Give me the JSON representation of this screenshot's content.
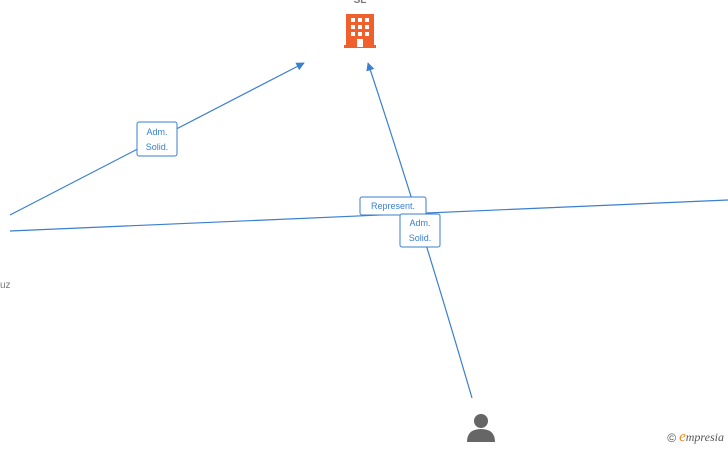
{
  "nodes": {
    "company": {
      "label": "SL",
      "icon": "building-icon",
      "color": "#f0602c"
    },
    "left_person": {
      "label": "uz"
    },
    "bottom_person": {
      "label": "",
      "icon": "person-icon",
      "color": "#666666"
    }
  },
  "edges": [
    {
      "id": "left-to-company",
      "label_lines": [
        "Adm.",
        "Solid."
      ]
    },
    {
      "id": "horizontal-link",
      "label_lines": [
        "Represent."
      ]
    },
    {
      "id": "bottom-to-company",
      "label_lines": [
        "Adm.",
        "Solid."
      ]
    }
  ],
  "watermark": {
    "copyright": "©",
    "brand_initial": "e",
    "brand_rest": "mpresia"
  },
  "colors": {
    "edge": "#3a7fd0",
    "company": "#f0602c",
    "person": "#666666"
  }
}
